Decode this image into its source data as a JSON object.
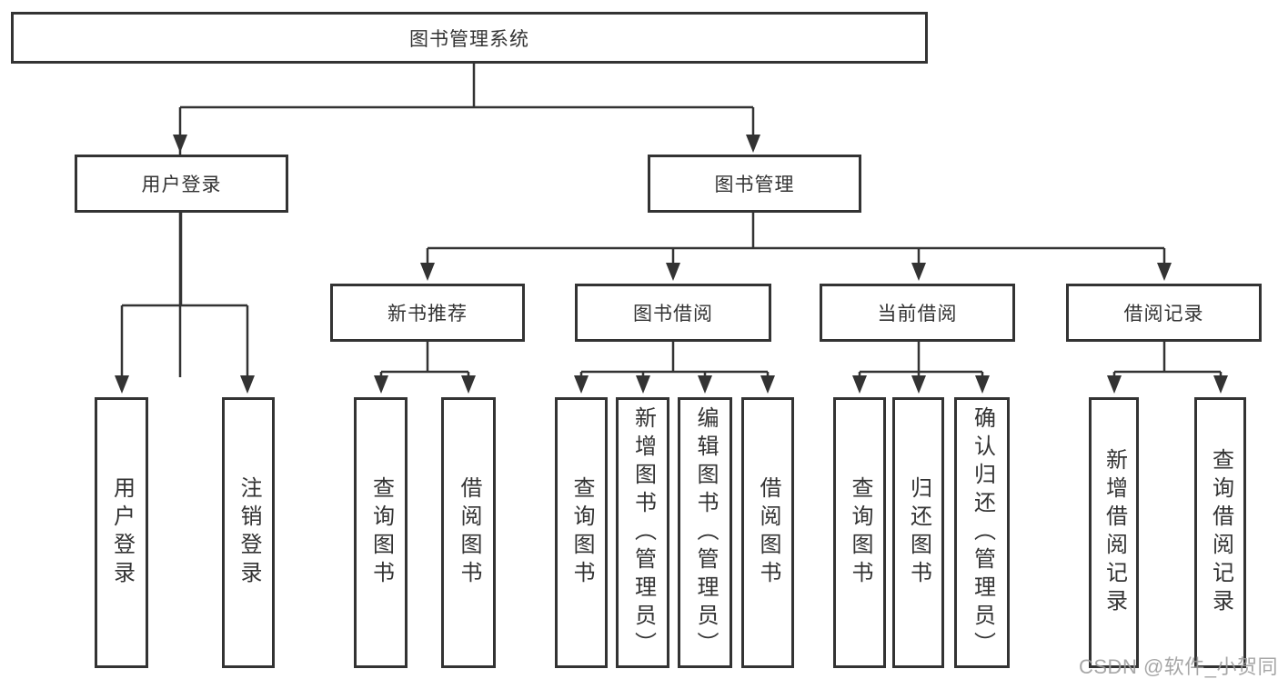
{
  "tree": {
    "root": {
      "label": "图书管理系统",
      "children": [
        {
          "label": "用户登录",
          "children": [
            {
              "label": "用户登录"
            },
            {
              "label": "注销登录"
            }
          ]
        },
        {
          "label": "图书管理",
          "children": [
            {
              "label": "新书推荐",
              "children": [
                {
                  "label": "查询图书"
                },
                {
                  "label": "借阅图书"
                }
              ]
            },
            {
              "label": "图书借阅",
              "children": [
                {
                  "label": "查询图书"
                },
                {
                  "label": "新增图书（管理员）"
                },
                {
                  "label": "编辑图书（管理员）"
                },
                {
                  "label": "借阅图书"
                }
              ]
            },
            {
              "label": "当前借阅",
              "children": [
                {
                  "label": "查询图书"
                },
                {
                  "label": "归还图书"
                },
                {
                  "label": "确认归还（管理员）"
                }
              ]
            },
            {
              "label": "借阅记录",
              "children": [
                {
                  "label": "新增借阅记录"
                },
                {
                  "label": "查询借阅记录"
                }
              ]
            }
          ]
        }
      ]
    }
  },
  "watermark": {
    "text": "CSDN @软件_小贺同学"
  },
  "colors": {
    "line": "#333333",
    "box_border": "#333333",
    "text": "#333333",
    "watermark_text": "#9b9b9b",
    "background": "#ffffff"
  }
}
